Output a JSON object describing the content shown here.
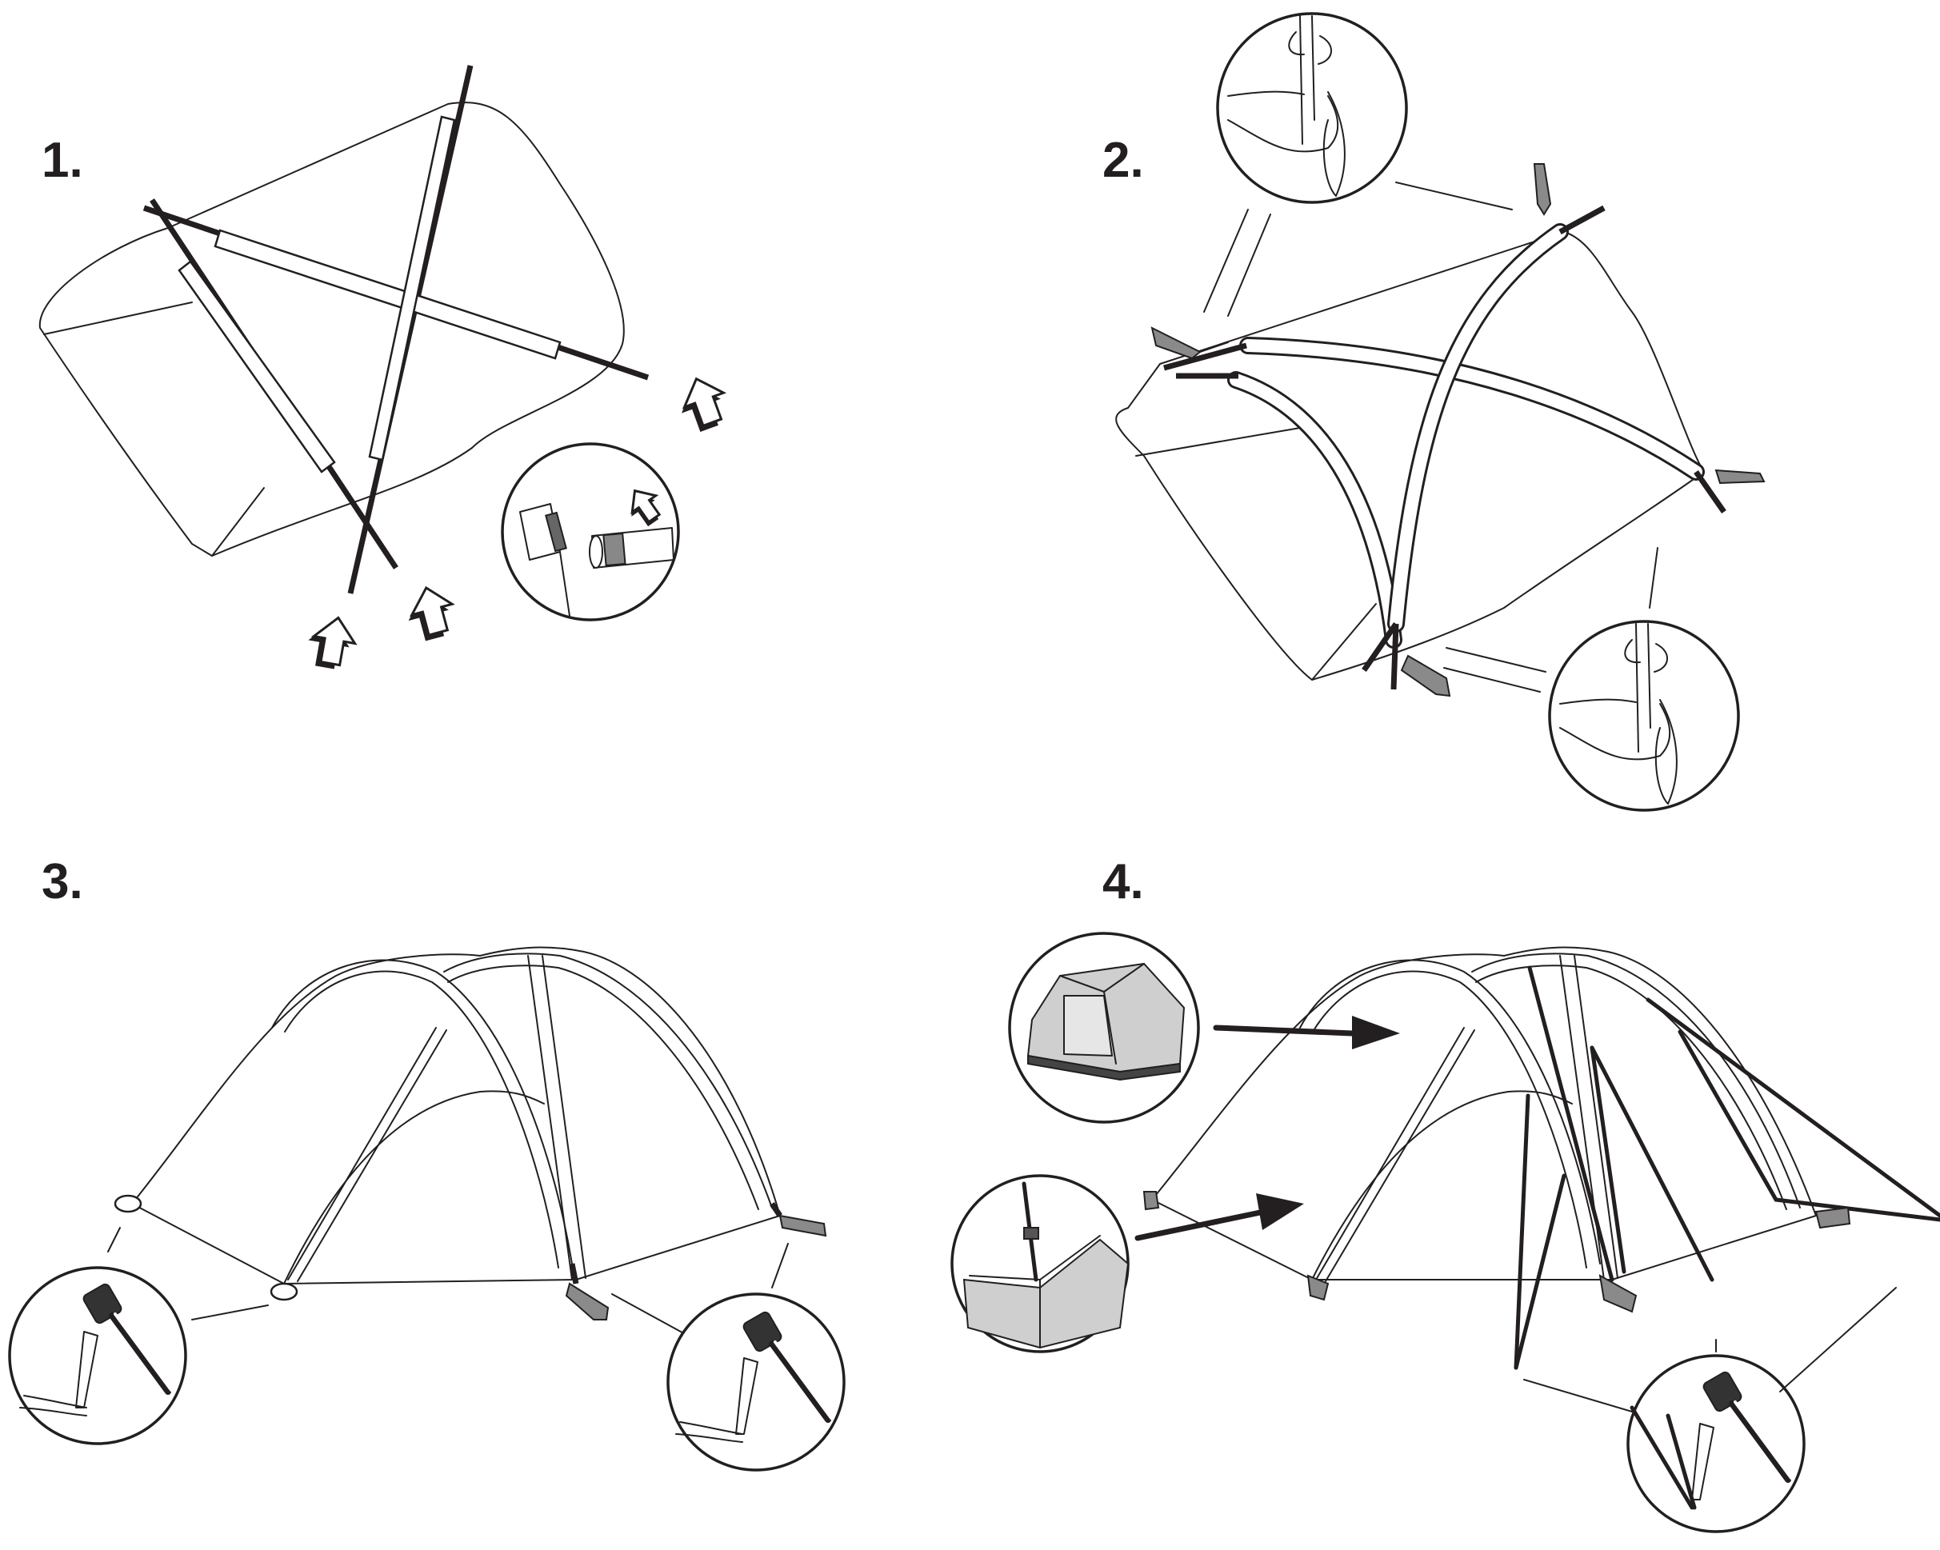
{
  "steps": [
    {
      "number": "1."
    },
    {
      "number": "2."
    },
    {
      "number": "3."
    },
    {
      "number": "4."
    }
  ]
}
